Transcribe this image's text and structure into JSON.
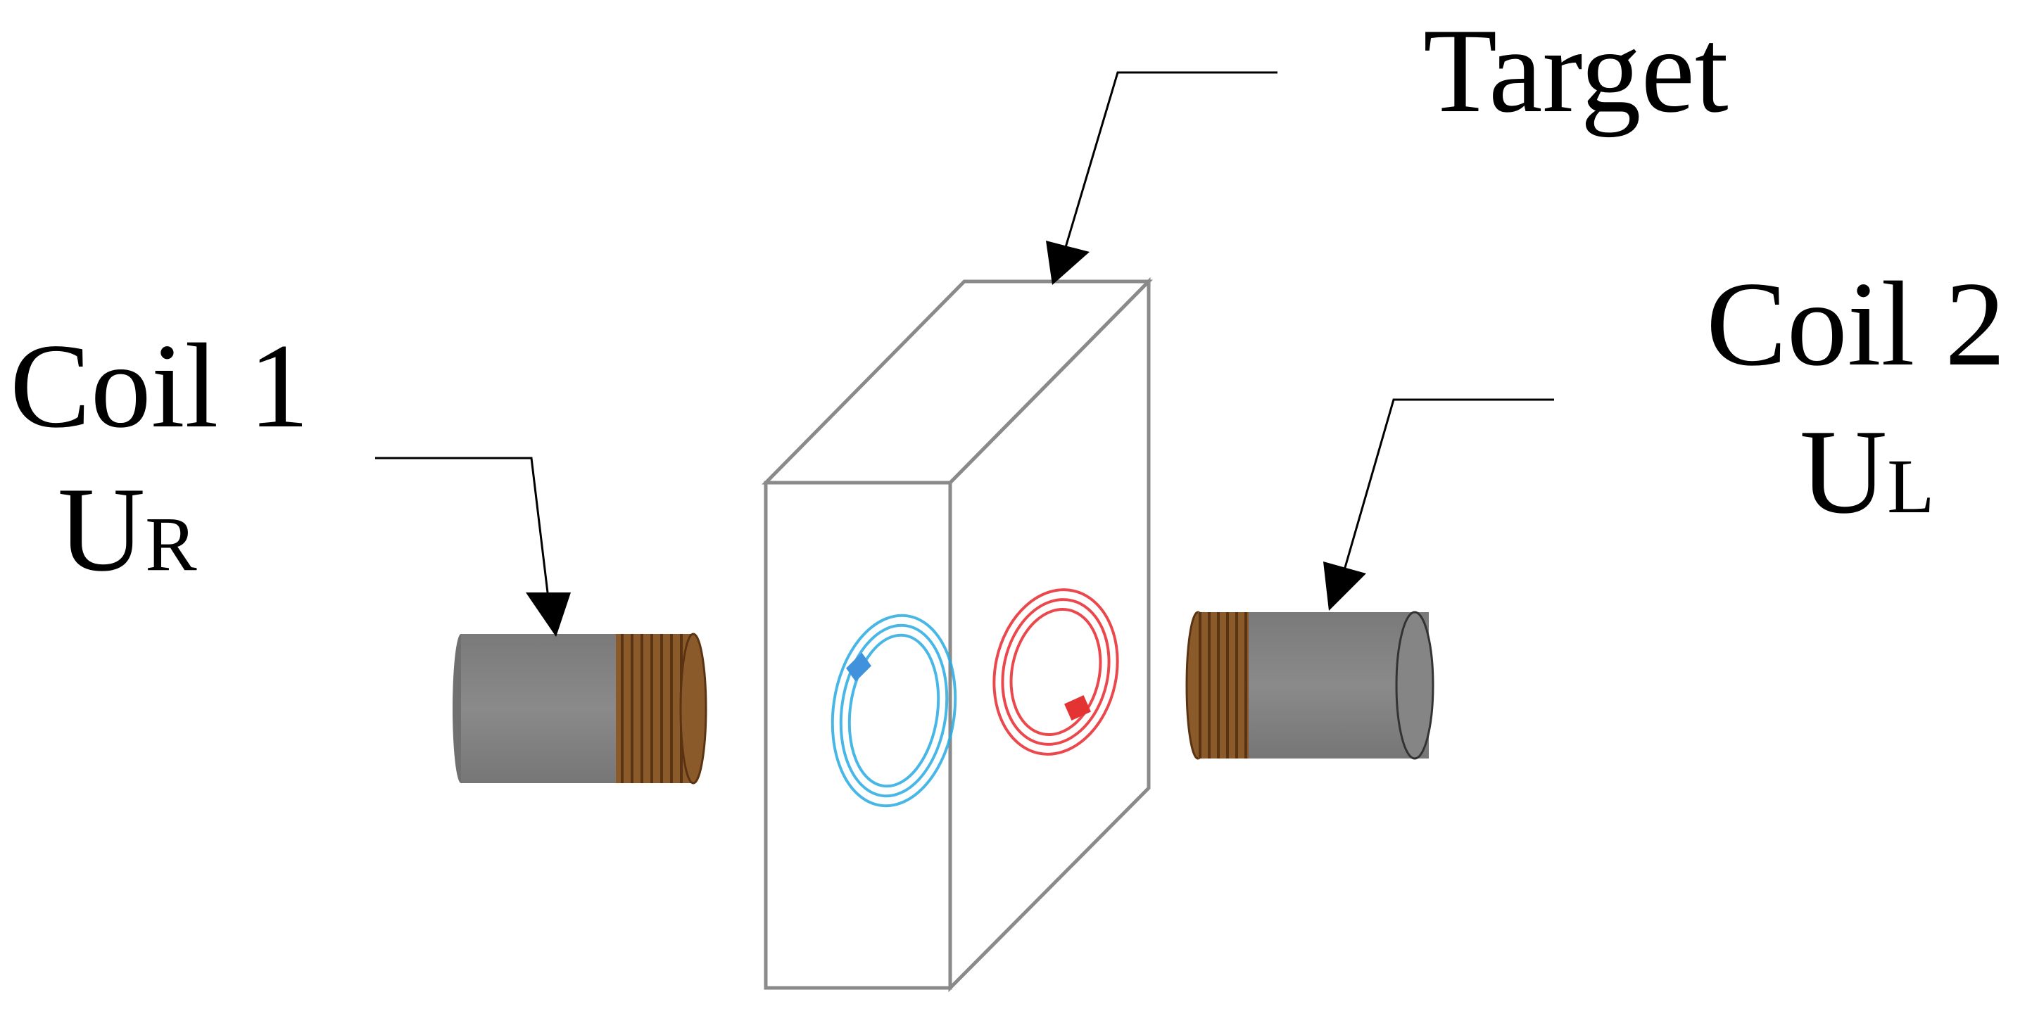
{
  "labels": {
    "target": "Target",
    "coil1": {
      "name": "Coil 1",
      "voltage_main": "U",
      "voltage_sub": "R"
    },
    "coil2": {
      "name": "Coil 2",
      "voltage_main": "U",
      "voltage_sub": "L"
    }
  },
  "colors": {
    "background": "#ffffff",
    "coil_core": "#808080",
    "coil_winding": "#8b5a2b",
    "target_outline": "#8a8a8a",
    "eddy_current_left": "#29abe2",
    "eddy_current_right": "#e8292f",
    "line": "#000000"
  }
}
